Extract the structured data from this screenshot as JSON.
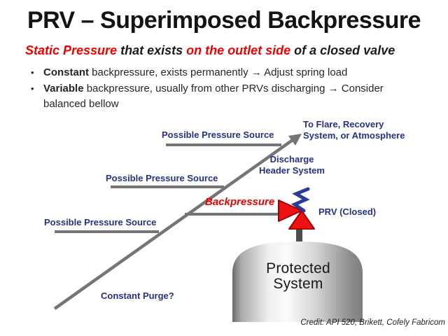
{
  "slide": {
    "title": "PRV – Superimposed Backpressure",
    "subtitle_parts": {
      "p1": "Static Pressure ",
      "p2": "that exists ",
      "p3": "on the outlet side ",
      "p4": "of a closed valve"
    },
    "bullet_marker": "•",
    "bullets": [
      {
        "lead": "Constant",
        "rest": " backpressure, exists permanently → Adjust spring load",
        "cont": ""
      },
      {
        "lead": "Variable",
        "rest": " backpressure, usually from other PRVs discharging → Consider",
        "cont": "balanced bellow"
      }
    ]
  },
  "diagram": {
    "source_label_1": "Possible Pressure Source",
    "source_label_2": "Possible Pressure Source",
    "source_label_3": "Possible Pressure Source",
    "to_flare_line1": "To Flare, Recovery",
    "to_flare_line2": "System, or  Atmosphere",
    "discharge_line1": "Discharge",
    "discharge_line2": "Header System",
    "backpressure_label": "Backpressure",
    "prv_label": "PRV (Closed)",
    "purge_label": "Constant Purge?",
    "tank_line1": "Protected",
    "tank_line2": "System"
  },
  "footer": {
    "credit": "Credit: API 520, Brikett,  Cofely Fabricom"
  },
  "colors": {
    "label_navy": "#263285",
    "accent_red": "#f20000",
    "line_gray": "#757575",
    "valve_red": "#ee1111",
    "valve_outline": "#a50000",
    "spring_blue": "#2b3a9b",
    "tank_gray": "#c9c9c9"
  }
}
